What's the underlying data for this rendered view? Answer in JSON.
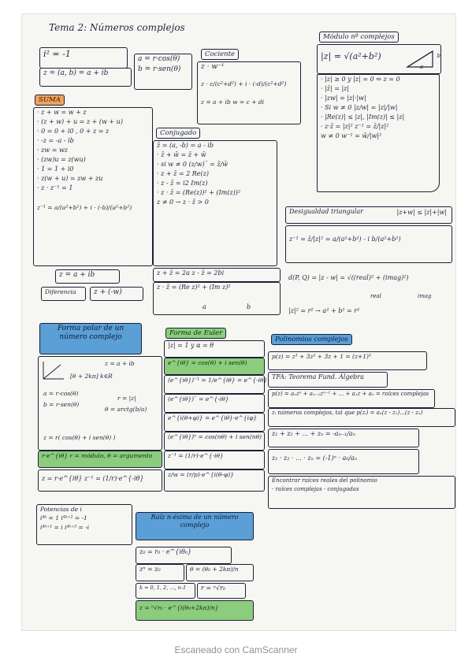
{
  "title": "Tema 2: Números complejos",
  "definition": {
    "i_squared": "i² = -1",
    "binomial": "z = (a, b) = a + ib"
  },
  "parts": [
    "a = r·cos(θ)",
    "b = r·sen(θ)"
  ],
  "cociente": {
    "label": "Cociente",
    "line1": "z · w⁻¹",
    "line2": "z · c/(c²+d²) + i · (-d)/(c²+d²)",
    "line3": "z = a + ib    w = c + di"
  },
  "modulo": {
    "label": "Módulo nº complejos",
    "formula": "|z| = √(a²+b²)",
    "diagram_a": "a",
    "diagram_b": "b",
    "props": [
      "· |z| ≥ 0   y  |z| = 0 ⇔ z = 0",
      "· |z̄| = |z|",
      "· |zw| = |z|·|w|",
      "· Si w ≠ 0  |z/w| = |z|/|w|",
      "· |Re(z)| ≤ |z|, |Im(z)| ≤ |z|",
      "· z·z̄ = |z|²    z⁻¹ = z̄/|z|²",
      "  w ≠ 0  w⁻¹ = w̄/|w|²"
    ]
  },
  "suma": {
    "label": "SUMA",
    "props": [
      "· z + w = w + z",
      "· (z + w) + u = z + (w + u)",
      "· 0 = 0 + i0 ,  0 + z = z",
      "· -z = -a - ib",
      "· zw = wz",
      "· (zw)u = z(wu)",
      "· 1 = 1 + i0",
      "· z(w + u) = zw + zu",
      "· z · z⁻¹ = 1"
    ],
    "inverse": "z⁻¹ = a/(a²+b²) + i · (-b)/(a²+b²)",
    "z_line": "z = a + ib",
    "diff_label": "Diferencia",
    "diff": "z + (-w)"
  },
  "conjugado": {
    "label": "Conjugado",
    "def": "z̄ = (a, -b) = a - ib",
    "props": [
      "· z̄ + w̄ = z̄ + w̄",
      "· si w ≠ 0  (z/w)‾ = z̄/w̄",
      "· z + z̄ = 2 Re(z)",
      "· z - z̄ = i2 Im(z)",
      "· z · z̄ = (Re(z))² + (Im(z))²",
      "  z ≠ 0  →  z · z̄ > 0"
    ],
    "sums": "z + z̄ = 2a    z - z̄ = 2bi",
    "product": "z · z̄ = (Re z)² + (Im z)²",
    "a": "a",
    "b": "b"
  },
  "desigualdad": {
    "label": "Desigualdad triangular",
    "ineq": "|z+w| ≤ |z|+|w|",
    "inverse": "z⁻¹ = z̄/|z|² = a/(a²+b²) - i b/(a²+b²)",
    "distance": "d(P, Q) = |z - w| = √((real)² + (imag)²)",
    "real": "real",
    "imag": "imag",
    "radius": "|z|² = r²  →  a² + b² = r²"
  },
  "polar": {
    "label": "Forma polar de un número complejo",
    "z": "z = a + ib",
    "theta": "[θ + 2kπ] k∈R",
    "a": "a = r·cos(θ)",
    "b": "b = r·sen(θ)",
    "r": "r = |z|",
    "theta_arc": "θ = arctg(b/a)",
    "trig": "z = r( cos(θ) + i sen(θ) )",
    "exp": "r·e^{iθ}  r = módulo,  θ = argumento",
    "exp_forms": "z = r·e^{iθ}    z⁻¹ = (1/r)·e^{-iθ}"
  },
  "euler": {
    "label": "Forma de Euler",
    "props": [
      "|z| = 1  y  α = θ",
      "e^{iθ} = cos(θ) + i sen(θ)",
      "(e^{iθ})⁻¹ = 1/e^{iθ} = e^{-iθ}",
      "(e^{iθ})‾ = e^{-iθ}",
      "e^{i(θ+φ)} = e^{iθ}·e^{iφ}",
      "(e^{iθ})ⁿ = cos(nθ) + i sen(nθ)",
      "z⁻¹ = (1/r)·e^{-iθ}",
      "z/w = (r/p)·e^{i(θ-φ)}"
    ]
  },
  "raices": {
    "label": "Polinomios complejos",
    "p1": "p(z) = z³ + 3z² + 3z + 1 = (z+1)³",
    "tfa": "TFA: Teorema Fund. Álgebra",
    "poly": "p(z) = aₙzⁿ + aₙ₋₁zⁿ⁻¹ + ... + a₁z + a₀ = raíces complejas",
    "roots": "zᵢ números complejos, tal que p(zᵢ) = aₙ(z - z₁)...(z - zₙ)",
    "sum": "z₁ + z₂ + ... + zₙ = -aₙ₋₁/aₙ",
    "prod": "z₁ · z₂ · ... · zₙ = (-1)ⁿ · a₀/aₙ",
    "found": "Encontrar raíces reales del polinomio",
    "opts": "· raíces complejas  · conjugadas"
  },
  "potencias": {
    "label": "Potencias de i",
    "p1": "i⁴ᵏ = 1     i⁴ᵏ⁺² = -1",
    "p2": "i⁴ᵏ⁺¹ = i     i⁴ᵏ⁺³ = -i"
  },
  "raiz": {
    "label": "Raíz n-ésima de un número complejo",
    "r1": "z₀ = r₀ · e^{iθ₀}",
    "r2": "zⁿ = z₀",
    "r3": "θ = (θ₀ + 2kπ)/n",
    "k": "k = 0, 1, 2, ..., n-1",
    "rn": "r = ⁿ√r₀",
    "final": "z = ⁿ√r₀ · e^{i(θ₀+2kπ)/n}"
  },
  "scanner": "Escaneado con CamScanner"
}
